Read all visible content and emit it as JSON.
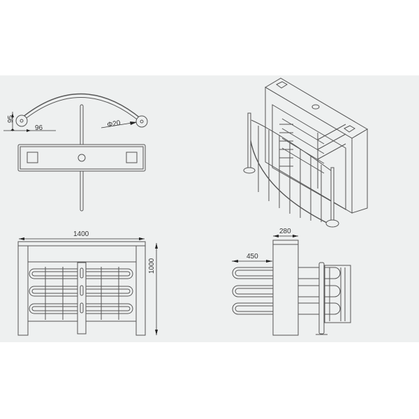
{
  "dimensions": {
    "top_view": {
      "height": "95",
      "offset": "96",
      "diameter": "Φ20"
    },
    "front_view": {
      "width": "1400",
      "height": "1000"
    },
    "side_view": {
      "depth": "280",
      "arm_length": "450"
    }
  },
  "colors": {
    "background": "#eef0f0",
    "line": "#555555"
  }
}
